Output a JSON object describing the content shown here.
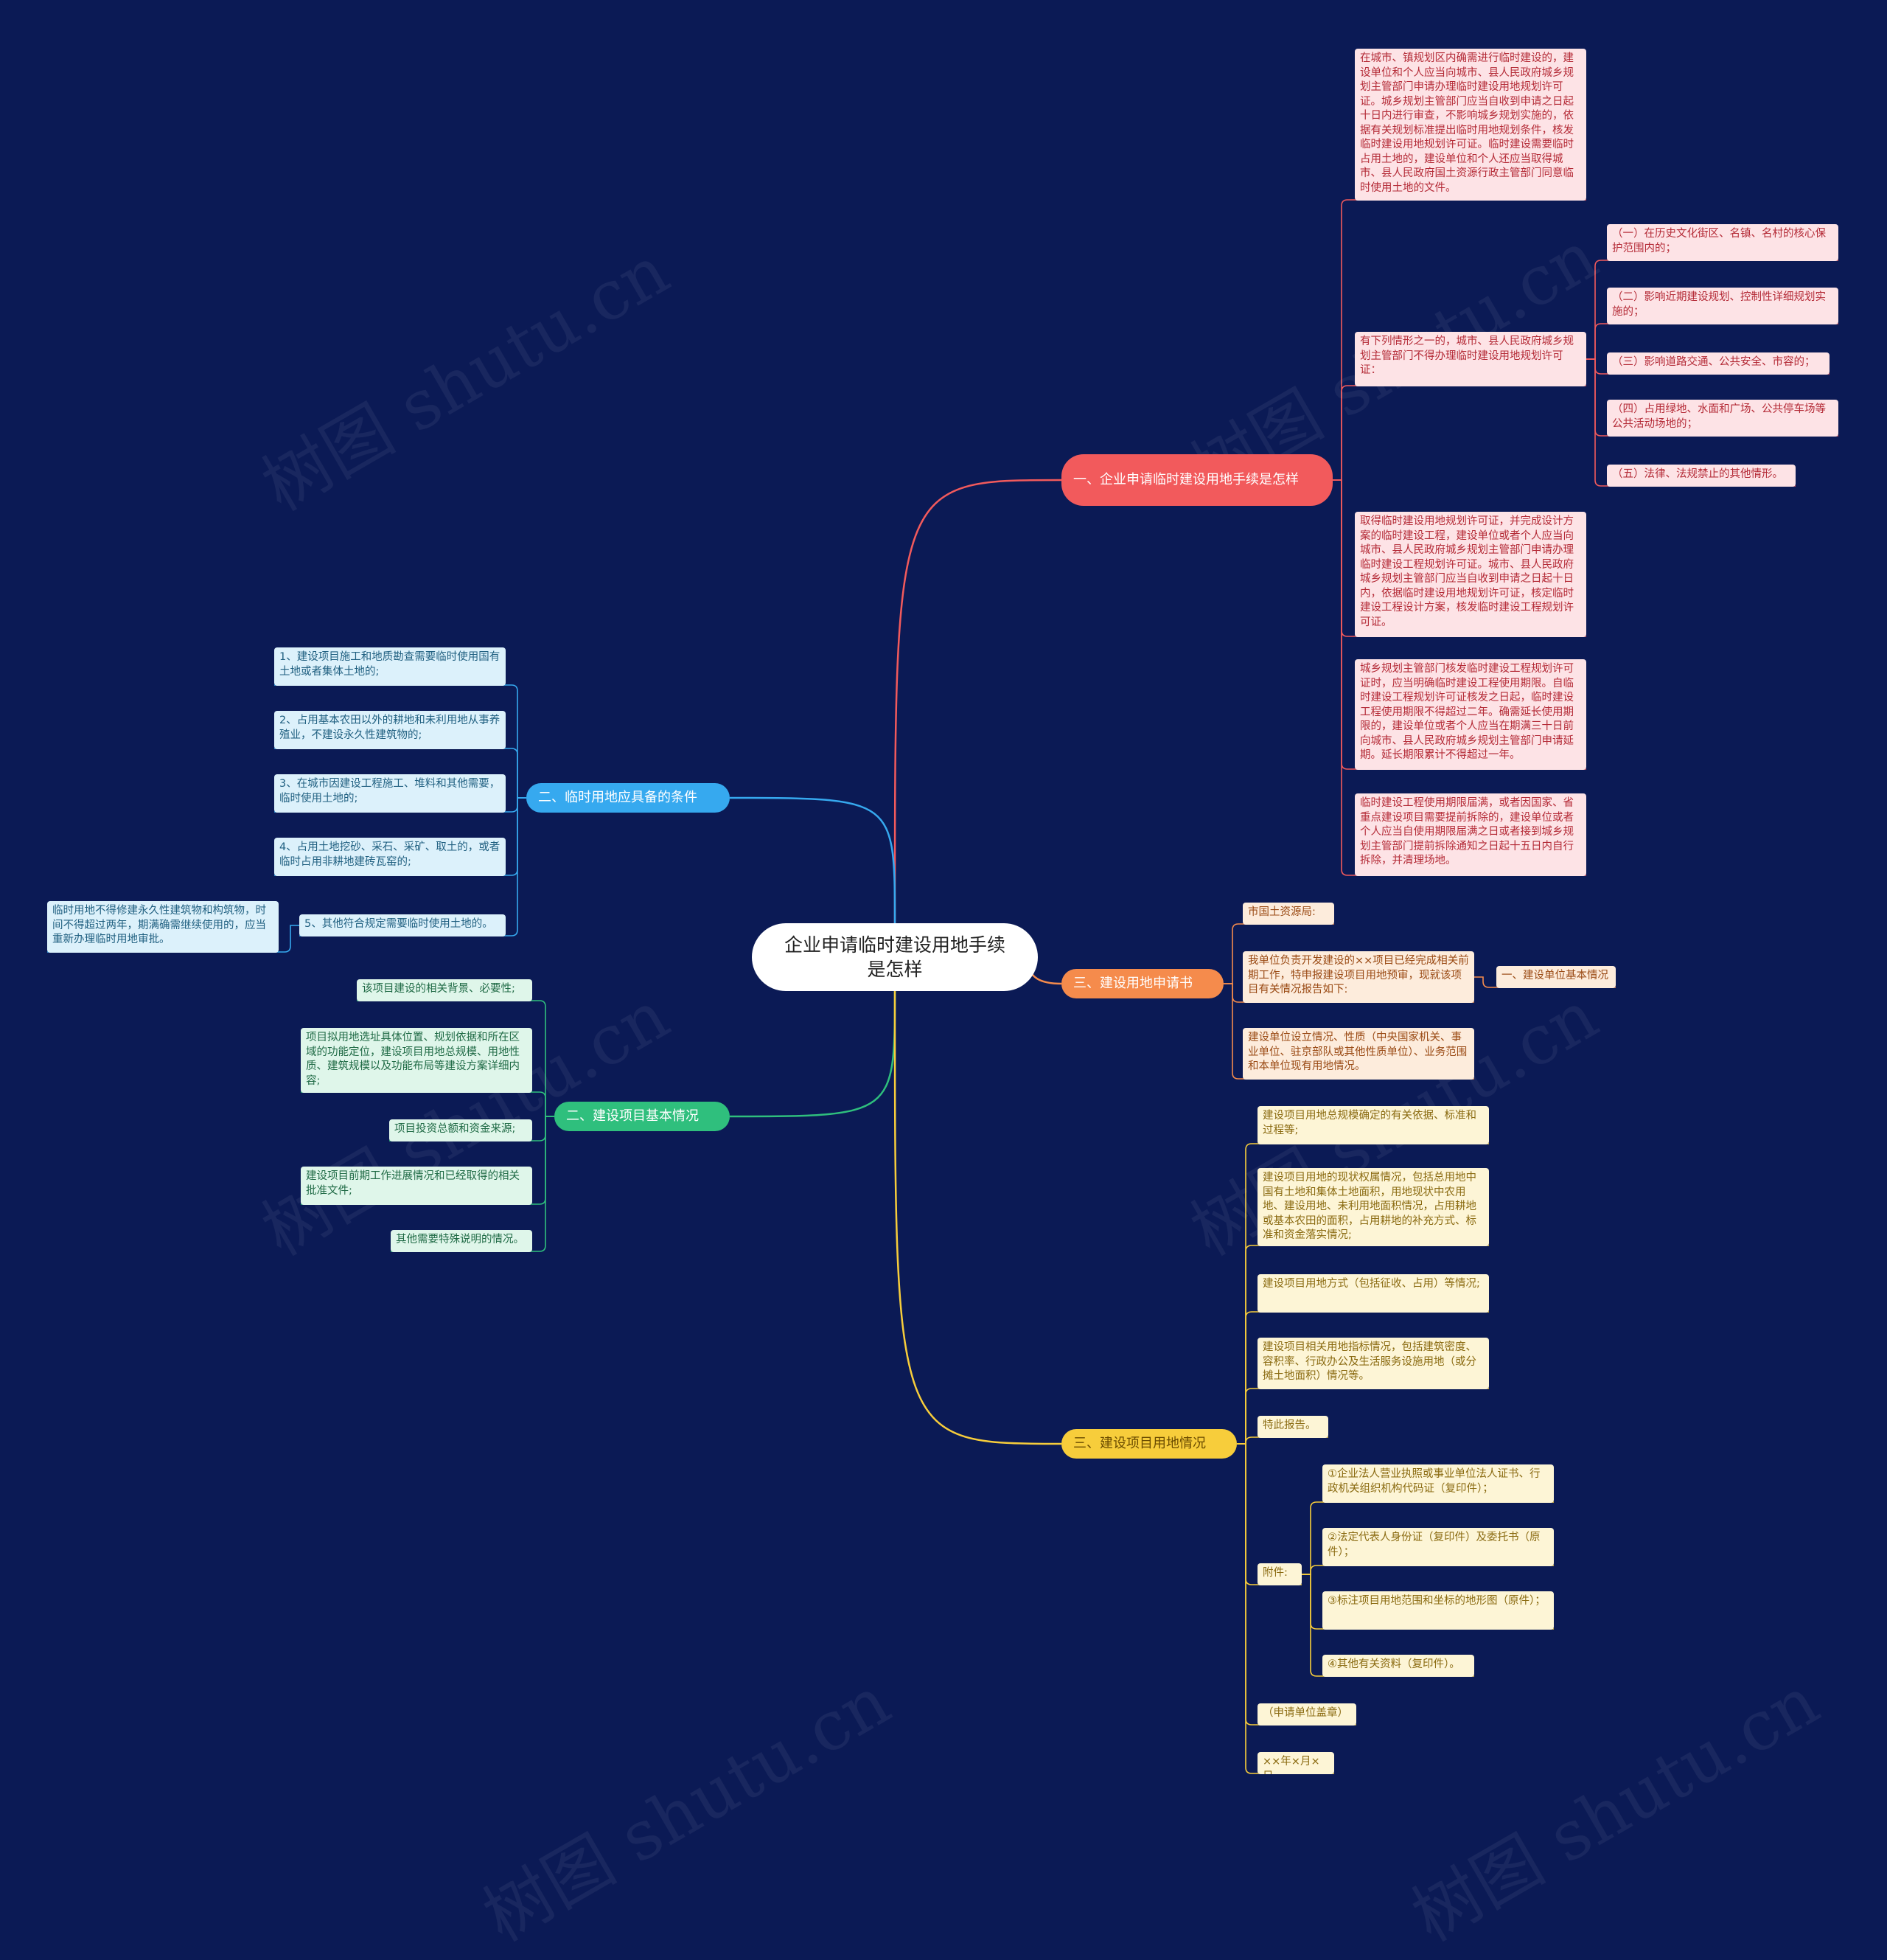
{
  "root": {
    "label": "企业申请临时建设用地手续是怎样"
  },
  "branches": [
    {
      "id": "b1",
      "label": "一、企业申请临时建设用地手续是怎样",
      "color": "#f25a5c",
      "children": [
        {
          "id": "b1c1",
          "text": "在城市、镇规划区内确需进行临时建设的，建设单位和个人应当向城市、县人民政府城乡规划主管部门申请办理临时建设用地规划许可证。城乡规划主管部门应当自收到申请之日起十日内进行审查，不影响城乡规划实施的，依据有关规划标准提出临时用地规划条件，核发临时建设用地规划许可证。临时建设需要临时占用土地的，建设单位和个人还应当取得城市、县人民政府国土资源行政主管部门同意临时使用土地的文件。"
        },
        {
          "id": "b1c2",
          "text": "有下列情形之一的，城市、县人民政府城乡规划主管部门不得办理临时建设用地规划许可证：",
          "children": [
            {
              "id": "b1c2a",
              "text": "（一）在历史文化街区、名镇、名村的核心保护范围内的；"
            },
            {
              "id": "b1c2b",
              "text": "（二）影响近期建设规划、控制性详细规划实施的；"
            },
            {
              "id": "b1c2c",
              "text": "（三）影响道路交通、公共安全、市容的；"
            },
            {
              "id": "b1c2d",
              "text": "（四）占用绿地、水面和广场、公共停车场等公共活动场地的；"
            },
            {
              "id": "b1c2e",
              "text": "（五）法律、法规禁止的其他情形。"
            }
          ]
        },
        {
          "id": "b1c3",
          "text": "取得临时建设用地规划许可证，并完成设计方案的临时建设工程，建设单位或者个人应当向城市、县人民政府城乡规划主管部门申请办理临时建设工程规划许可证。城市、县人民政府城乡规划主管部门应当自收到申请之日起十日内，依据临时建设用地规划许可证，核定临时建设工程设计方案，核发临时建设工程规划许可证。"
        },
        {
          "id": "b1c4",
          "text": "城乡规划主管部门核发临时建设工程规划许可证时，应当明确临时建设工程使用期限。自临时建设工程规划许可证核发之日起，临时建设工程使用期限不得超过二年。确需延长使用期限的，建设单位或者个人应当在期满三十日前向城市、县人民政府城乡规划主管部门申请延期。延长期限累计不得超过一年。"
        },
        {
          "id": "b1c5",
          "text": "临时建设工程使用期限届满，或者因国家、省重点建设项目需要提前拆除的，建设单位或者个人应当自使用期限届满之日或者接到城乡规划主管部门提前拆除通知之日起十五日内自行拆除，并清理场地。"
        }
      ]
    },
    {
      "id": "b2",
      "label": "二、临时用地应具备的条件",
      "color": "#36a9ef",
      "children": [
        {
          "id": "b2c1",
          "text": "1、建设项目施工和地质勘查需要临时使用国有土地或者集体土地的;"
        },
        {
          "id": "b2c2",
          "text": "2、占用基本农田以外的耕地和未利用地从事养殖业，不建设永久性建筑物的;"
        },
        {
          "id": "b2c3",
          "text": "3、在城市因建设工程施工、堆料和其他需要，临时使用土地的;"
        },
        {
          "id": "b2c4",
          "text": "4、占用土地挖砂、采石、采矿、取土的，或者临时占用非耕地建砖瓦窑的;"
        },
        {
          "id": "b2c5",
          "text": "5、其他符合规定需要临时使用土地的。",
          "children": [
            {
              "id": "b2c5a",
              "text": "临时用地不得修建永久性建筑物和构筑物，时间不得超过两年，期满确需继续使用的，应当重新办理临时用地审批。"
            }
          ]
        }
      ]
    },
    {
      "id": "b3",
      "label": "二、建设项目基本情况",
      "color": "#2fbf7d",
      "children": [
        {
          "id": "b3c1",
          "text": "该项目建设的相关背景、必要性;"
        },
        {
          "id": "b3c2",
          "text": "项目拟用地选址具体位置、规划依据和所在区域的功能定位，建设项目用地总规模、用地性质、建筑规模以及功能布局等建设方案详细内容;"
        },
        {
          "id": "b3c3",
          "text": "项目投资总额和资金来源;"
        },
        {
          "id": "b3c4",
          "text": "建设项目前期工作进展情况和已经取得的相关批准文件;"
        },
        {
          "id": "b3c5",
          "text": "其他需要特殊说明的情况。"
        }
      ]
    },
    {
      "id": "b4",
      "label": "三、建设用地申请书",
      "color": "#f58b4c",
      "children": [
        {
          "id": "b4c1",
          "text": "市国土资源局:"
        },
        {
          "id": "b4c2",
          "text": "我单位负责开发建设的××项目已经完成相关前期工作，特申报建设项目用地预审，现就该项目有关情况报告如下:",
          "children": [
            {
              "id": "b4c2a",
              "text": "一、建设单位基本情况"
            }
          ]
        },
        {
          "id": "b4c3",
          "text": "建设单位设立情况、性质（中央国家机关、事业单位、驻京部队或其他性质单位）、业务范围和本单位现有用地情况。"
        }
      ]
    },
    {
      "id": "b5",
      "label": "三、建设项目用地情况",
      "color": "#f7cd3b",
      "children": [
        {
          "id": "b5c1",
          "text": "建设项目用地总规模确定的有关依据、标准和过程等;"
        },
        {
          "id": "b5c2",
          "text": "建设项目用地的现状权属情况，包括总用地中国有土地和集体土地面积，用地现状中农用地、建设用地、未利用地面积情况，占用耕地或基本农田的面积，占用耕地的补充方式、标准和资金落实情况;"
        },
        {
          "id": "b5c3",
          "text": "建设项目用地方式（包括征收、占用）等情况;"
        },
        {
          "id": "b5c4",
          "text": "建设项目相关用地指标情况，包括建筑密度、容积率、行政办公及生活服务设施用地（或分摊土地面积）情况等。"
        },
        {
          "id": "b5c5",
          "text": "特此报告。"
        },
        {
          "id": "b5c6",
          "text": "附件:",
          "children": [
            {
              "id": "b5c6a",
              "text": "①企业法人营业执照或事业单位法人证书、行政机关组织机构代码证（复印件）；"
            },
            {
              "id": "b5c6b",
              "text": "②法定代表人身份证（复印件）及委托书（原件）；"
            },
            {
              "id": "b5c6c",
              "text": "③标注项目用地范围和坐标的地形图（原件）；"
            },
            {
              "id": "b5c6d",
              "text": "④其他有关资料（复印件）。"
            }
          ]
        },
        {
          "id": "b5c7",
          "text": "（申请单位盖章）"
        },
        {
          "id": "b5c8",
          "text": "××年×月×日"
        }
      ]
    }
  ],
  "watermark": "树图 shutu.cn"
}
